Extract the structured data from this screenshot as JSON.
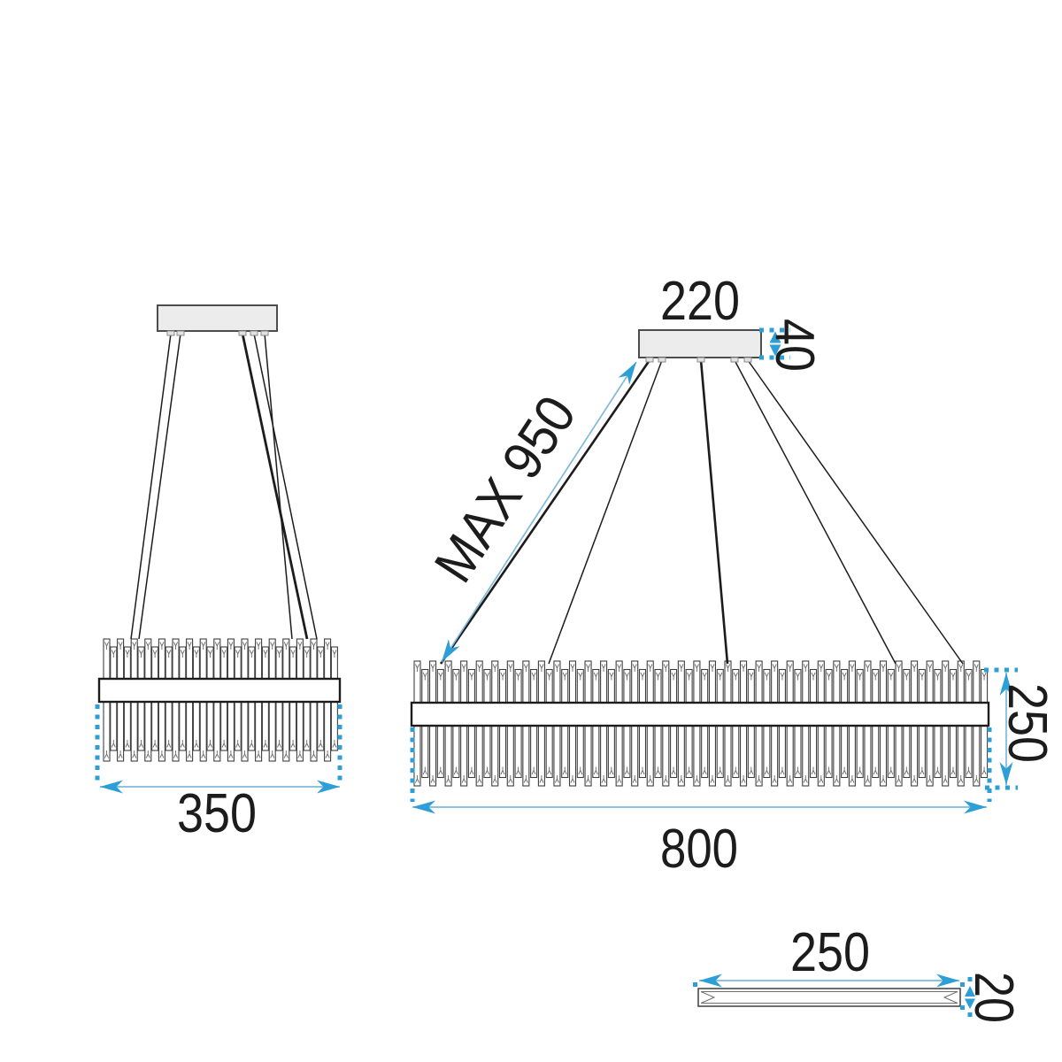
{
  "diagram": {
    "type": "technical-dimension-drawing",
    "subject": "crystal rod pendant chandelier",
    "views": {
      "front_small": {
        "width_label": "350"
      },
      "front_large": {
        "canopy_width_label": "220",
        "canopy_height_label": "40",
        "suspension_label": "MAX 950",
        "body_height_label": "250",
        "body_width_label": "800"
      },
      "rod_profile": {
        "length_label": "250",
        "height_label": "20"
      }
    },
    "colors": {
      "accent": "#2d9fd6",
      "dim_line": "#7fb9dc",
      "ink": "#1c1c1c"
    }
  }
}
